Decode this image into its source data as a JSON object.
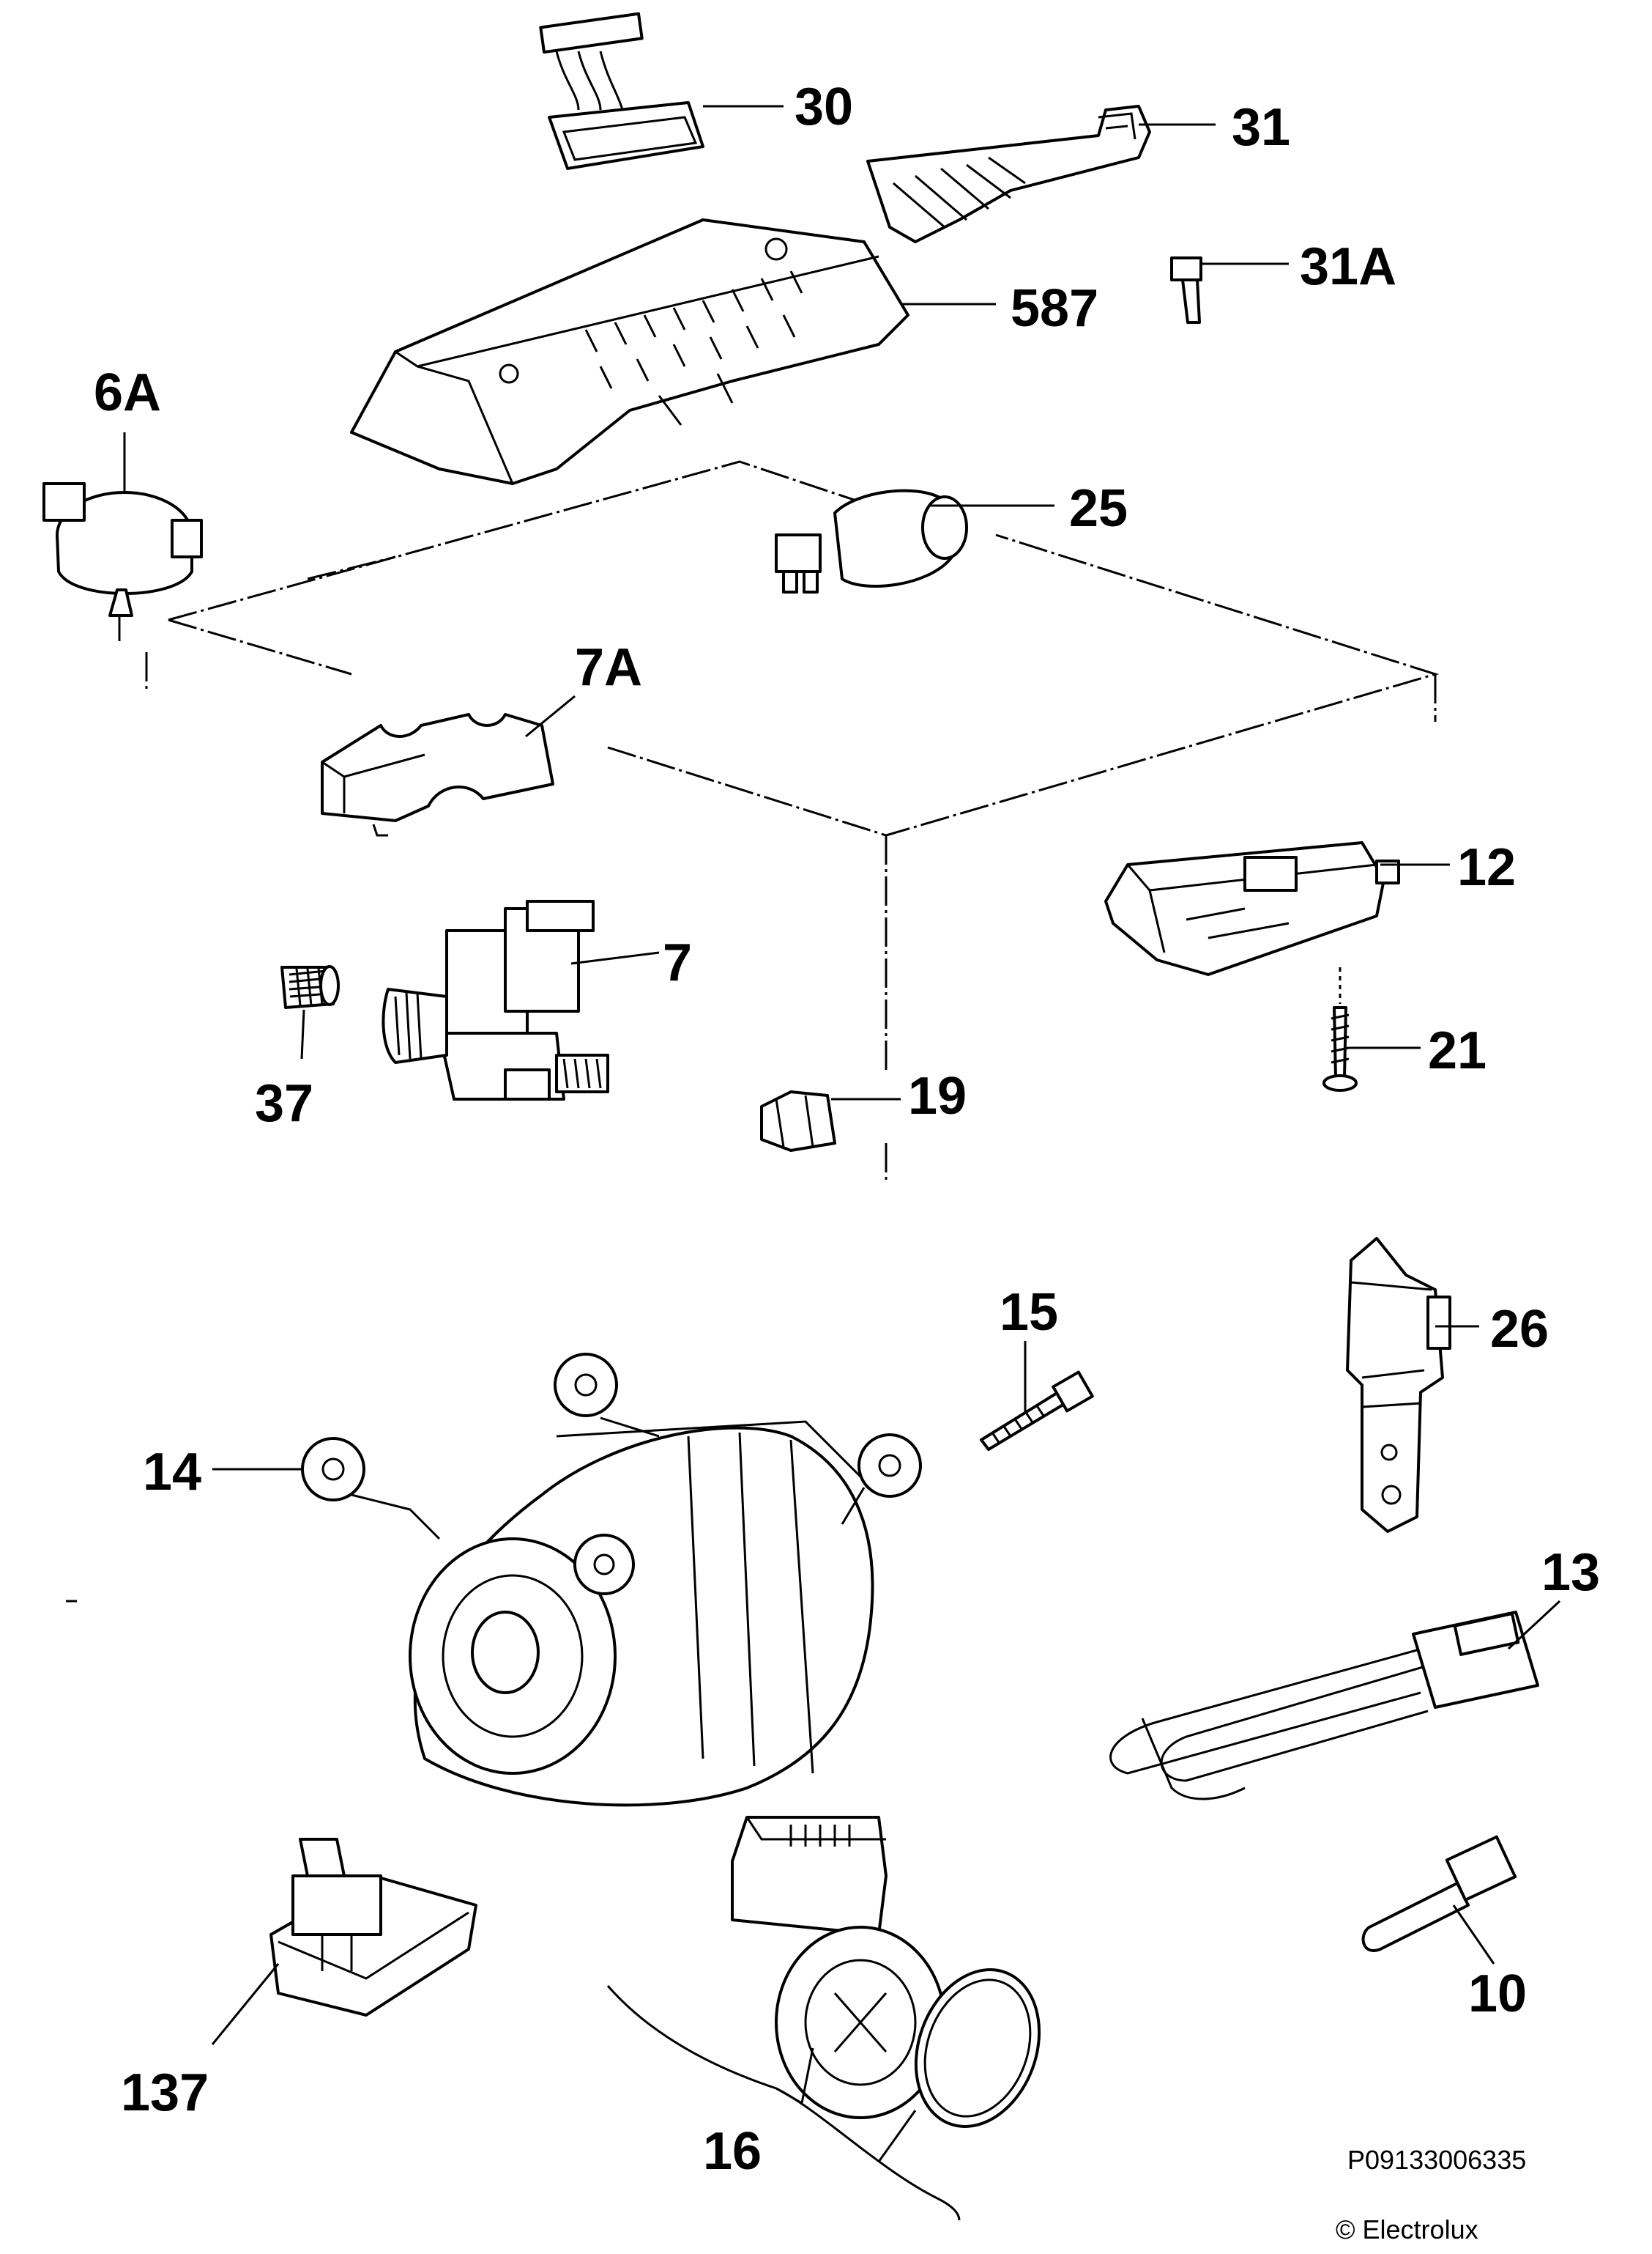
{
  "callouts": {
    "p30": "30",
    "p31": "31",
    "p31a": "31A",
    "p587": "587",
    "p6a": "6A",
    "p25": "25",
    "p7a": "7A",
    "p12": "12",
    "p7": "7",
    "p21": "21",
    "p37": "37",
    "p19": "19",
    "p15": "15",
    "p26": "26",
    "p14": "14",
    "p13": "13",
    "p10": "10",
    "p137": "137",
    "p16": "16"
  },
  "footer": {
    "drawing_code": "P09133006335",
    "copyright": "© Electrolux"
  },
  "parts": [
    {
      "id": "30",
      "icon": "wiring-harness-icon"
    },
    {
      "id": "31",
      "icon": "circuit-board-icon"
    },
    {
      "id": "31A",
      "icon": "connector-icon"
    },
    {
      "id": "587",
      "icon": "control-module-icon"
    },
    {
      "id": "6A",
      "icon": "pressure-switch-icon"
    },
    {
      "id": "25",
      "icon": "capacitor-icon"
    },
    {
      "id": "7A",
      "icon": "bracket-icon"
    },
    {
      "id": "12",
      "icon": "door-lock-icon"
    },
    {
      "id": "7",
      "icon": "solenoid-valve-icon"
    },
    {
      "id": "21",
      "icon": "screw-icon"
    },
    {
      "id": "37",
      "icon": "filter-icon"
    },
    {
      "id": "19",
      "icon": "clip-icon"
    },
    {
      "id": "15",
      "icon": "bolt-icon"
    },
    {
      "id": "26",
      "icon": "sensor-icon"
    },
    {
      "id": "14",
      "icon": "motor-icon"
    },
    {
      "id": "13",
      "icon": "heating-element-icon"
    },
    {
      "id": "10",
      "icon": "ntc-probe-icon"
    },
    {
      "id": "137",
      "icon": "suppressor-icon"
    },
    {
      "id": "16",
      "icon": "drain-pump-icon"
    }
  ]
}
